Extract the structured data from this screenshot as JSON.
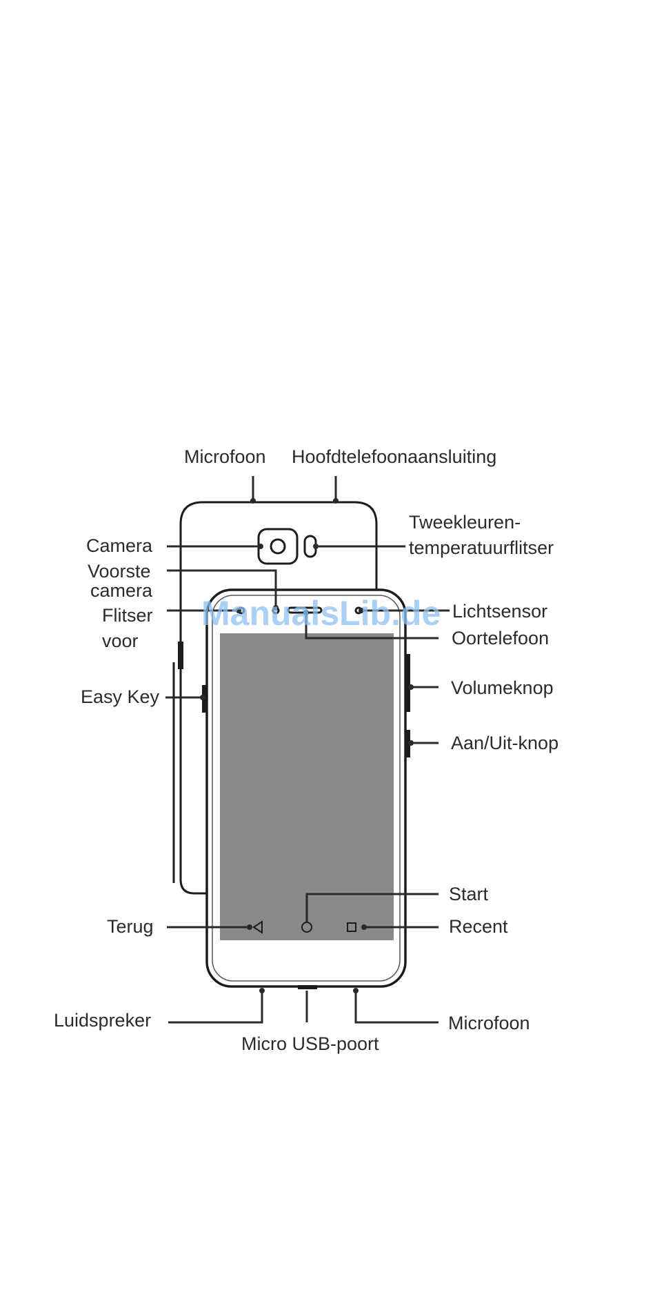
{
  "labels": {
    "microfoon_top": "Microfoon",
    "hoofdtelefoon": "Hoofdtelefoonaansluiting",
    "tweekleuren_1": "Tweekleuren-",
    "tweekleuren_2": "temperatuurflitser",
    "camera": "Camera",
    "voorste_1": "Voorste",
    "voorste_2": "camera",
    "flitser_1": "Flitser",
    "flitser_2": "voor",
    "lichtsensor": "Lichtsensor",
    "oortelefoon": "Oortelefoon",
    "easy_key": "Easy Key",
    "volumeknop": "Volumeknop",
    "aan_uit": "Aan/Uit-knop",
    "start": "Start",
    "terug": "Terug",
    "recent": "Recent",
    "luidspreker": "Luidspreker",
    "microfoon_bottom": "Microfoon",
    "micro_usb": "Micro USB-poort"
  },
  "watermark": "ManualsLib.de",
  "colors": {
    "screen": "#8a8a8a",
    "line": "#2a2a2a",
    "text": "#2b2b2b",
    "watermark": "#8ec1f2"
  },
  "icons": {
    "back": "back-triangle-icon",
    "home": "home-circle-icon",
    "recent": "recent-square-icon"
  }
}
